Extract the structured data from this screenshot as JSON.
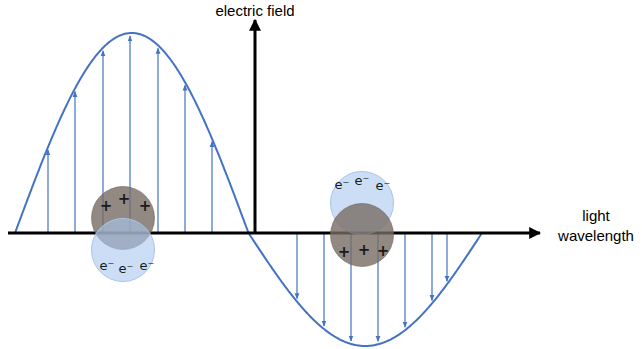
{
  "diagram": {
    "nodes": [
      {
        "text": [
          "+",
          "+",
          "+"
        ]
      },
      {
        "text": [
          "e⁻",
          "e⁻",
          "e⁻"
        ]
      },
      {
        "text": [
          "e⁻",
          "e⁻",
          "e⁻"
        ]
      },
      {
        "text": [
          "+",
          "+",
          "+"
        ]
      }
    ],
    "labels": [
      "electric field",
      "light wavelength"
    ]
  }
}
